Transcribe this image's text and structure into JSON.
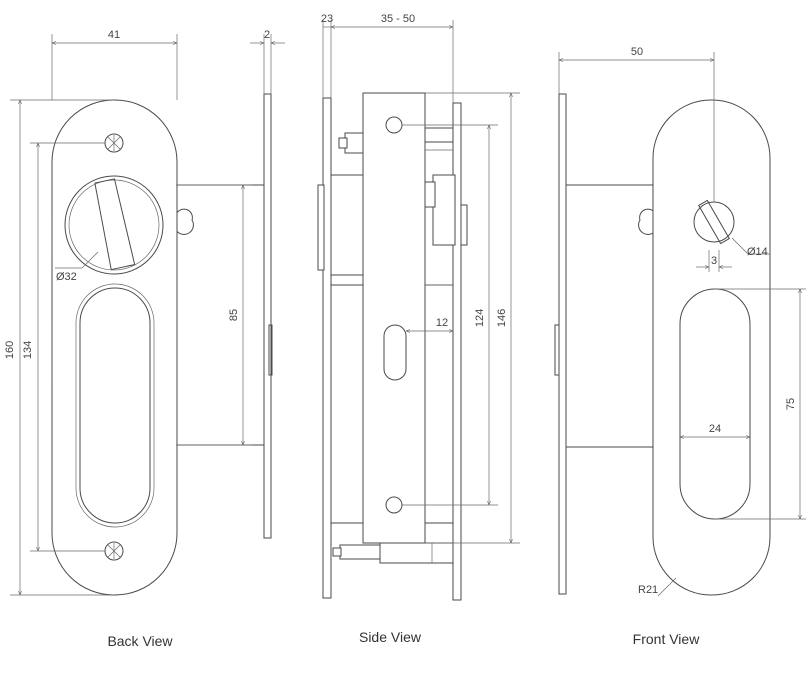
{
  "views": {
    "back": "Back View",
    "side": "Side View",
    "front": "Front View"
  },
  "dimensions": {
    "back_width": "41",
    "back_plate_thickness": "2",
    "back_height_outer": "160",
    "back_height_screws": "134",
    "back_slot_height": "85",
    "back_knob_dia": "Ø32",
    "side_plate": "23",
    "side_door_range": "35 - 50",
    "side_offset": "12",
    "side_height_inner": "124",
    "side_height_outer": "146",
    "front_width": "50",
    "front_knob_dia": "Ø14",
    "front_slot_gap": "3",
    "front_pull_width": "24",
    "front_pull_height": "75",
    "front_radius": "R21"
  }
}
